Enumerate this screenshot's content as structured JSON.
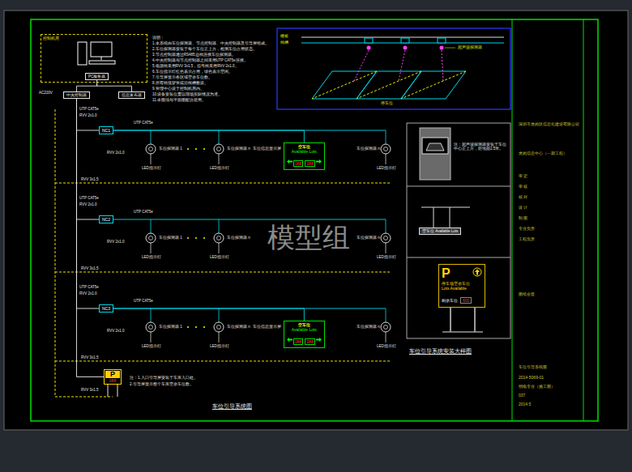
{
  "diagram": {
    "caption": "车位引导系统图",
    "nodes": [
      {
        "text": [
          "控制机房"
        ]
      },
      {
        "text": [
          "PC服务器"
        ],
        "in": 0
      },
      {
        "text": [
          "中央控制器"
        ]
      },
      {
        "text": [
          "信息发布器"
        ]
      },
      {
        "text": [
          "NC1"
        ]
      },
      {
        "text": [
          "空车位",
          "Available Lots",
          "088",
          "088"
        ]
      },
      {
        "text": [
          "NC2"
        ]
      },
      {
        "text": [
          "NC3"
        ]
      },
      {
        "text": [
          "空车位",
          "Available Lots",
          "088",
          "088"
        ]
      },
      {
        "text": [
          "P",
          "088"
        ]
      },
      {
        "text": [
          "空车位 Available Lots"
        ]
      },
      {
        "text": [
          "P",
          "停车场空余车位",
          "Lots Available",
          "剩余车位",
          "600"
        ]
      }
    ],
    "edges": [
      {
        "from": 1,
        "to": 2,
        "arrow": "none"
      },
      {
        "from": 1,
        "to": 3,
        "arrow": "none"
      },
      {
        "from": 2,
        "to": 4,
        "arrow": "none"
      },
      {
        "from": 2,
        "to": 6,
        "arrow": "none"
      },
      {
        "from": 2,
        "to": 7,
        "arrow": "none"
      },
      {
        "from": 2,
        "to": 9,
        "arrow": "none"
      },
      {
        "from": 4,
        "to": 5,
        "arrow": "none"
      },
      {
        "from": 7,
        "to": 8,
        "arrow": "none"
      }
    ],
    "labels": [
      "说明：",
      "1.本系统由车位探测器、节点控制器、中央控制器及引导屏组成。",
      "2.车位探测器安装于每个车位正上方，检测车位占用状态。",
      "3.节点控制器通过RS485总线连接车位探测器。",
      "4.中央控制器与节点控制器之间采用UTP CAT5e连接。",
      "5.电源线采用RVV 3x1.5，信号线采用RVV 2x1.0。",
      "6.车位指示灯红色表示占用，绿色表示空闲。",
      "7.引导屏显示各区域空余车位数。",
      "8.所有线缆穿管或沿线槽敷设。",
      "9.管理中心设于控制机房内。",
      "10.设备安装位置以现场实际情况为准。",
      "11.本图须与平面图配合使用。",
      "楼板",
      "线槽",
      "超声波探测器",
      "停车位",
      "注：超声波探测器安装于车位中心正上方，距地面2.5米。",
      "车位引导系统安装大样图",
      "深圳市龙岗区信息化建设有限公司",
      "龙岗信息中心（一期工程）",
      "审 定",
      "审 核",
      "校 对",
      "设 计",
      "制 图",
      "专业负责",
      "工程负责",
      "图纸会签",
      "车位引导系统图",
      "2014-5069-01",
      "弱电专业（施工图）",
      "037",
      "2014.5",
      "模型组",
      "AC220V",
      "UTP CAT5e",
      "RVV 2x1.0",
      "UTP CAT5e",
      "车位探测器 1",
      "车位探测器 n",
      "车位信息显示屏",
      "车位探测器 n",
      "LED指示灯",
      "LED指示灯",
      "LED指示灯",
      "RVV 2x1.0",
      "RVV 3x1.5",
      "UTP CAT5e",
      "RVV 2x1.0",
      "UTP CAT5e",
      "车位探测器 1",
      "车位探测器 n",
      "车位探测器 n",
      "LED指示灯",
      "LED指示灯",
      "LED指示灯",
      "RVV 2x1.0",
      "RVV 3x1.5",
      "UTP CAT5e",
      "RVV 2x1.0",
      "UTP CAT5e",
      "车位探测器 1",
      "车位探测器 n",
      "车位信息显示屏",
      "车位探测器 n",
      "LED指示灯",
      "LED指示灯",
      "LED指示灯",
      "RVV 2x1.0",
      "RVV 3x1.5",
      "RVV 3x1.5",
      "注：1.入口引导屏安装于车库入口处。",
      "2.引导屏显示整个车库空余车位数。"
    ]
  }
}
